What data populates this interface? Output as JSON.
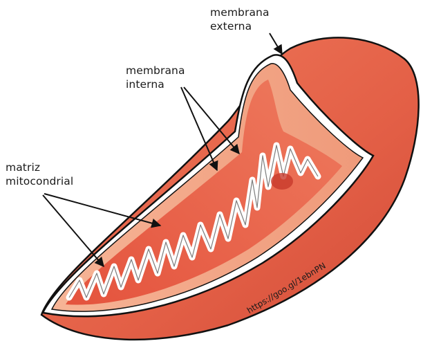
{
  "labels": {
    "outer_membrane": {
      "line1": "membrana",
      "line2": "externa"
    },
    "inner_membrane": {
      "line1": "membrana",
      "line2": "interna"
    },
    "matrix": {
      "line1": "matriz",
      "line2": "mitocondrial"
    }
  },
  "credit": "https://goo.gl/1ebnPN",
  "colors": {
    "body": "#e86a50",
    "body_dark": "#c94a36",
    "inner_wall": "#f2a080",
    "matrix": "#e25a44",
    "membrane": "#ffffff",
    "outline": "#111111"
  }
}
